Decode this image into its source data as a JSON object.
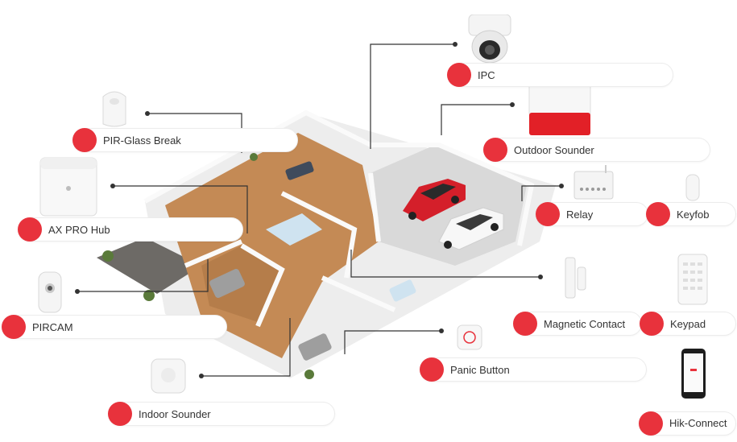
{
  "devices": {
    "ipc": "IPC",
    "outdoor_sounder": "Outdoor Sounder",
    "pir_glass_break": "PIR-Glass Break",
    "ax_pro_hub": "AX PRO Hub",
    "relay": "Relay",
    "keyfob": "Keyfob",
    "pircam": "PIRCAM",
    "magnetic_contact": "Magnetic Contact",
    "keypad": "Keypad",
    "panic_button": "Panic Button",
    "indoor_sounder": "Indoor Sounder",
    "hik_connect": "Hik-Connect"
  },
  "colors": {
    "accent": "#e8323c",
    "line": "#333333",
    "floor": "#c48a55",
    "wall": "#f2f2f2"
  }
}
